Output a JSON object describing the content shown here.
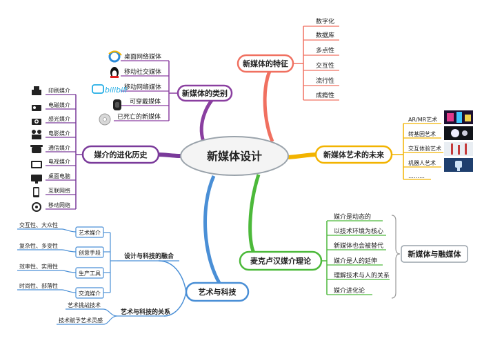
{
  "center": "新媒体设计",
  "branches": {
    "features": {
      "title": "新媒体的特征",
      "color": "#f07060",
      "items": [
        "数字化",
        "数据库",
        "多点性",
        "交互性",
        "流行性",
        "成瘾性"
      ]
    },
    "categories": {
      "title": "新媒体的类别",
      "color": "#8a3fa0",
      "items": [
        "桌面网络媒体",
        "移动社交媒体",
        "移动网络媒体",
        "可穿戴媒体",
        "已死亡的新媒体"
      ],
      "icons": [
        "ie-browser-icon",
        "qq-penguin-icon",
        "bilibili-logo",
        "fitness-band-icon",
        "cd-disc-icon"
      ]
    },
    "history": {
      "title": "媒介的进化历史",
      "color": "#7a3a9a",
      "items": [
        "印刷媒介",
        "电磁媒介",
        "感光媒介",
        "电影媒介",
        "通信媒介",
        "电视媒介",
        "桌面电脑",
        "互联网络",
        "移动网络"
      ]
    },
    "future": {
      "title": "新媒体艺术的未来",
      "color": "#f2b300",
      "items": [
        "AR/MR艺术",
        "转基因艺术",
        "交互体验艺术",
        "机器人艺术",
        "………"
      ]
    },
    "mcluhan": {
      "title": "麦克卢汉媒介理论",
      "color": "#4cb93a",
      "items": [
        "媒介是动态的",
        "以技术环境为核心",
        "新媒体也会被替代",
        "媒介是人的延伸",
        "理解技术与人的关系",
        "媒介进化论"
      ],
      "side_label": "新媒体与融媒体"
    },
    "art_tech": {
      "title": "艺术与科技",
      "color": "#4a8fd6",
      "fusion": {
        "title": "设计与科技的融合",
        "pairs": [
          {
            "tag": "艺术媒介",
            "desc": "交互性、大众性"
          },
          {
            "tag": "创意手段",
            "desc": "复杂性、多变性"
          },
          {
            "tag": "生产工具",
            "desc": "效率性、实用性"
          },
          {
            "tag": "交流媒介",
            "desc": "时尚性、部落性"
          }
        ]
      },
      "relation": {
        "title": "艺术与科技的关系",
        "items": [
          "艺术挑战技术",
          "技术赋予艺术灵感"
        ]
      }
    }
  }
}
